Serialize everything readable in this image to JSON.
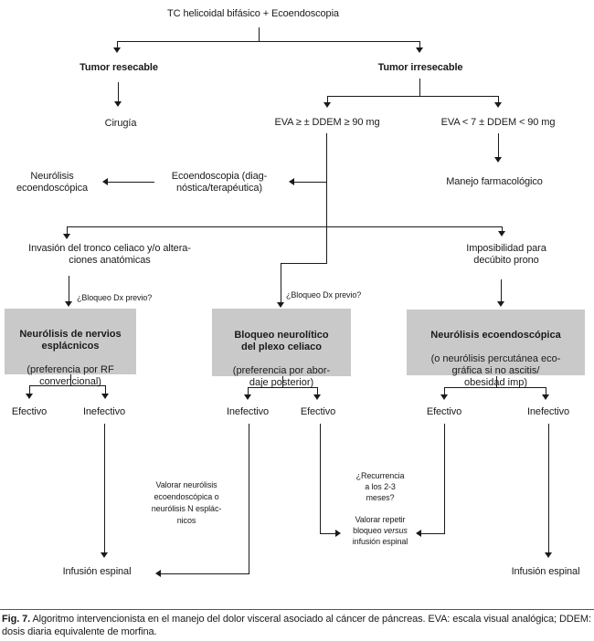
{
  "colors": {
    "box_fill": "#c9c9c9",
    "line": "#1a1a1a"
  },
  "title": "TC helicoidal bifásico + Ecoendoscopia",
  "nodes": {
    "tumor_resecable": "Tumor resecable",
    "tumor_irresecable": "Tumor irresecable",
    "cirugia": "Cirugía",
    "eva_alto": "EVA ≥ ± DDEM ≥ 90 mg",
    "eva_bajo": "EVA < 7 ± DDEM < 90 mg",
    "manejo_farmacologico": "Manejo farmacológico",
    "ecoendoscopia": "Ecoendoscopia (diag-\nnóstica/terapéutica)",
    "neurolisis_ecoendoscopica": "Neurólisis\necoendoscópica",
    "invasion": "Invasión del tronco celiaco y/o altera-\nciones anatómicas",
    "imposibilidad": "Imposibilidad para\ndecúbito prono",
    "bloqueo_dx_left": "¿Bloqueo Dx previo?",
    "bloqueo_dx_mid": "¿Bloqueo Dx previo?"
  },
  "boxes": {
    "left": {
      "title": "Neurólisis de nervios\nesplácnicos",
      "subtitle": "(preferencia por RF\nconvencional)"
    },
    "mid": {
      "title": "Bloqueo neurolítico\ndel plexo celiaco",
      "subtitle": "(preferencia por abor-\ndaje posterior)"
    },
    "right": {
      "title": "Neurólisis ecoendoscópica",
      "subtitle": "(o neurólisis percutánea eco-\ngráfica si no ascitis/\nobesidad imp)"
    }
  },
  "outcomes": {
    "left_efectivo": "Efectivo",
    "left_inefectivo": "Inefectivo",
    "mid_inefectivo": "Inefectivo",
    "mid_efectivo": "Efectivo",
    "right_efectivo": "Efectivo",
    "right_inefectivo": "Inefectivo"
  },
  "annotations": {
    "valorar_neurolisis": "Valorar neurólisis\necoendoscópica o\nneurólisis N esplác-\nnicos",
    "recurrencia": "¿Recurrencia\na los 2-3\nmeses?",
    "valorar_repetir": {
      "l1": "Valorar repetir",
      "l2a": "bloqueo ",
      "l2b": "versus",
      "l3": "infusión espinal"
    }
  },
  "terminals": {
    "infusion_left": "Infusión espinal",
    "infusion_right": "Infusión espinal"
  },
  "caption": {
    "label": "Fig. 7.",
    "text": " Algoritmo intervencionista en el manejo del dolor visceral asociado al cáncer de páncreas. EVA: escala visual analógica; DDEM: dosis diaria equivalente de morfina."
  }
}
